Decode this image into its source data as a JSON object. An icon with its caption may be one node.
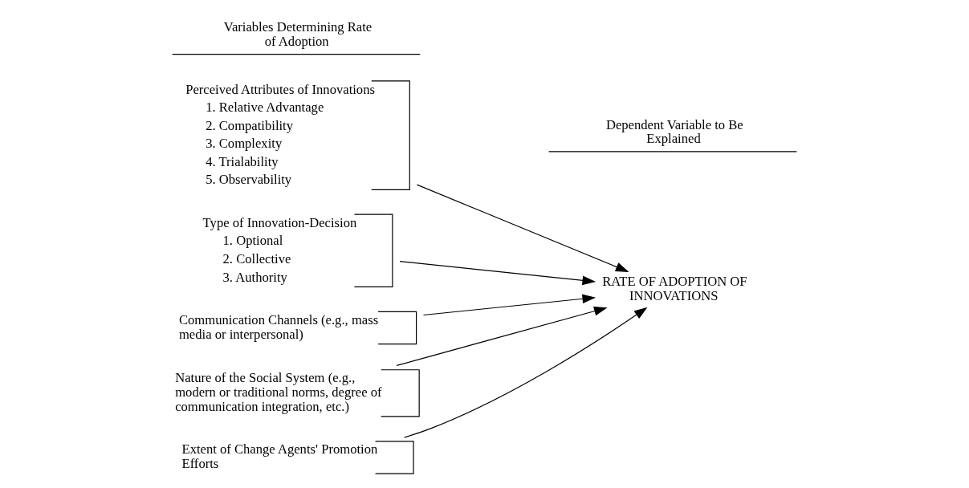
{
  "diagram": {
    "nodes": [
      {
        "text": [
          "Perceived Attributes of Innovations",
          "1. Relative Advantage",
          "2. Compatibility",
          "3. Complexity",
          "4. Trialability",
          "5. Observability"
        ]
      },
      {
        "text": [
          "Type of Innovation-Decision",
          "1. Optional",
          "2. Collective",
          "3. Authority"
        ]
      },
      {
        "text": [
          "Communication Channels (e.g., mass media or interpersonal)"
        ]
      },
      {
        "text": [
          "Nature of the Social System (e.g., modern or traditional norms, degree of communication integration, etc.)"
        ]
      },
      {
        "text": [
          "Extent of Change Agents' Promotion Efforts"
        ]
      },
      {
        "text": [
          "RATE OF ADOPTION OF INNOVATIONS"
        ]
      }
    ],
    "edges": [
      {
        "from": 0,
        "to": 5,
        "arrow": "to"
      },
      {
        "from": 1,
        "to": 5,
        "arrow": "to"
      },
      {
        "from": 2,
        "to": 5,
        "arrow": "to"
      },
      {
        "from": 3,
        "to": 5,
        "arrow": "to"
      },
      {
        "from": 4,
        "to": 5,
        "arrow": "to"
      }
    ],
    "labels": [
      "Variables Determining Rate of Adoption",
      "Dependent Variable to Be Explained"
    ]
  }
}
